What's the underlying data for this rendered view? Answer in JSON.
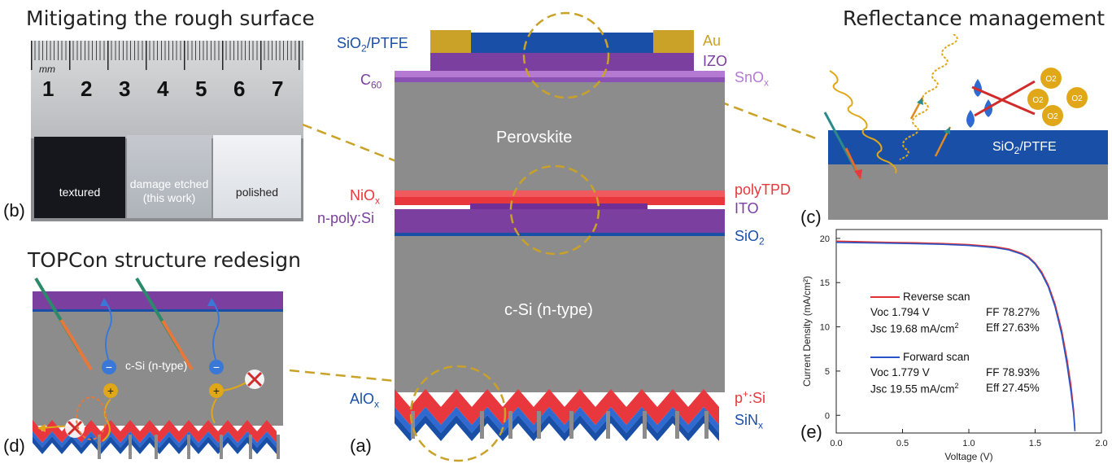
{
  "titles": {
    "rough_surface": "Mitigating the rough surface",
    "reflectance": "Reflectance management",
    "topcon": "TOPCon structure redesign"
  },
  "panel_labels": {
    "a": "(a)",
    "b": "(b)",
    "c": "(c)",
    "d": "(d)",
    "e": "(e)"
  },
  "photo": {
    "ruler_unit": "mm",
    "ruler_numbers": [
      "1",
      "2",
      "3",
      "4",
      "5",
      "6",
      "7"
    ],
    "samples": [
      {
        "line1": "textured",
        "line2": ""
      },
      {
        "line1": "damage etched",
        "line2": "(this work)"
      },
      {
        "line1": "polished",
        "line2": ""
      }
    ]
  },
  "stack": {
    "left": {
      "sio2_ptfe": {
        "main": "SiO",
        "sub1": "2",
        "rest": "/PTFE"
      },
      "c60": {
        "main": "C",
        "sub": "60"
      },
      "niox": {
        "main": "NiO",
        "sub": "x"
      },
      "npoly": "n-poly:Si",
      "alox": {
        "main": "AlO",
        "sub": "x"
      }
    },
    "right": {
      "au": "Au",
      "izo": "IZO",
      "snox": {
        "main": "SnO",
        "sub": "x"
      },
      "polytpd": "polyTPD",
      "ito": "ITO",
      "sio2": {
        "main": "SiO",
        "sub": "2"
      },
      "psi": {
        "main": "p",
        "sup": "+",
        "rest": ":Si"
      },
      "sinx": {
        "main": "SiN",
        "sub": "x"
      }
    },
    "inner": {
      "perovskite": "Perovskite",
      "csi": "c-Si (n-type)"
    }
  },
  "reflectance_panel": {
    "layer": {
      "main": "SiO",
      "sub": "2",
      "rest": "/PTFE"
    },
    "o2_label": "O2"
  },
  "topcon_panel": {
    "csi": "c-Si (n-type)",
    "minus": "−",
    "plus": "+"
  },
  "colors": {
    "gold": "#c9a227",
    "blue": "#1a4fa8",
    "purple": "#7b3fa0",
    "red": "#e8383d",
    "gray": "#8c8c8c",
    "red_curve": "#e03030",
    "blue_curve": "#2a55c8"
  },
  "chart_data": {
    "type": "line",
    "xlabel": "Voltage (V)",
    "ylabel": "Current Density (mA/cm²)",
    "xlim": [
      0,
      2.0
    ],
    "ylim": [
      -2,
      21
    ],
    "xticks": [
      "0.0",
      "0.5",
      "1.0",
      "1.5",
      "2.0"
    ],
    "yticks": [
      "0",
      "5",
      "10",
      "15",
      "20"
    ],
    "x": [
      0,
      0.2,
      0.4,
      0.6,
      0.8,
      1.0,
      1.2,
      1.3,
      1.4,
      1.45,
      1.5,
      1.55,
      1.6,
      1.65,
      1.7,
      1.74,
      1.77,
      1.79,
      1.8
    ],
    "series": [
      {
        "name": "Reverse scan",
        "color": "#e03030",
        "values": [
          19.68,
          19.62,
          19.55,
          19.5,
          19.42,
          19.3,
          19.05,
          18.8,
          18.3,
          17.9,
          17.2,
          16.2,
          14.7,
          12.6,
          9.6,
          6.4,
          3.4,
          0.6,
          -1.5
        ]
      },
      {
        "name": "Forward scan",
        "color": "#2a55c8",
        "values": [
          19.55,
          19.5,
          19.45,
          19.4,
          19.33,
          19.2,
          18.95,
          18.7,
          18.2,
          17.8,
          17.1,
          16.0,
          14.5,
          12.3,
          9.2,
          5.8,
          2.7,
          0.2,
          -1.8
        ]
      }
    ],
    "legend": {
      "reverse": {
        "name": "Reverse scan",
        "voc": "Voc 1.794 V",
        "ff": "FF 78.27%",
        "jsc": "Jsc 19.68 mA/cm",
        "jsc_sup": "2",
        "eff": "Eff 27.63%"
      },
      "forward": {
        "name": "Forward scan",
        "voc": "Voc 1.779 V",
        "ff": "FF 78.93%",
        "jsc": "Jsc 19.55 mA/cm",
        "jsc_sup": "2",
        "eff": "Eff 27.45%"
      }
    }
  }
}
